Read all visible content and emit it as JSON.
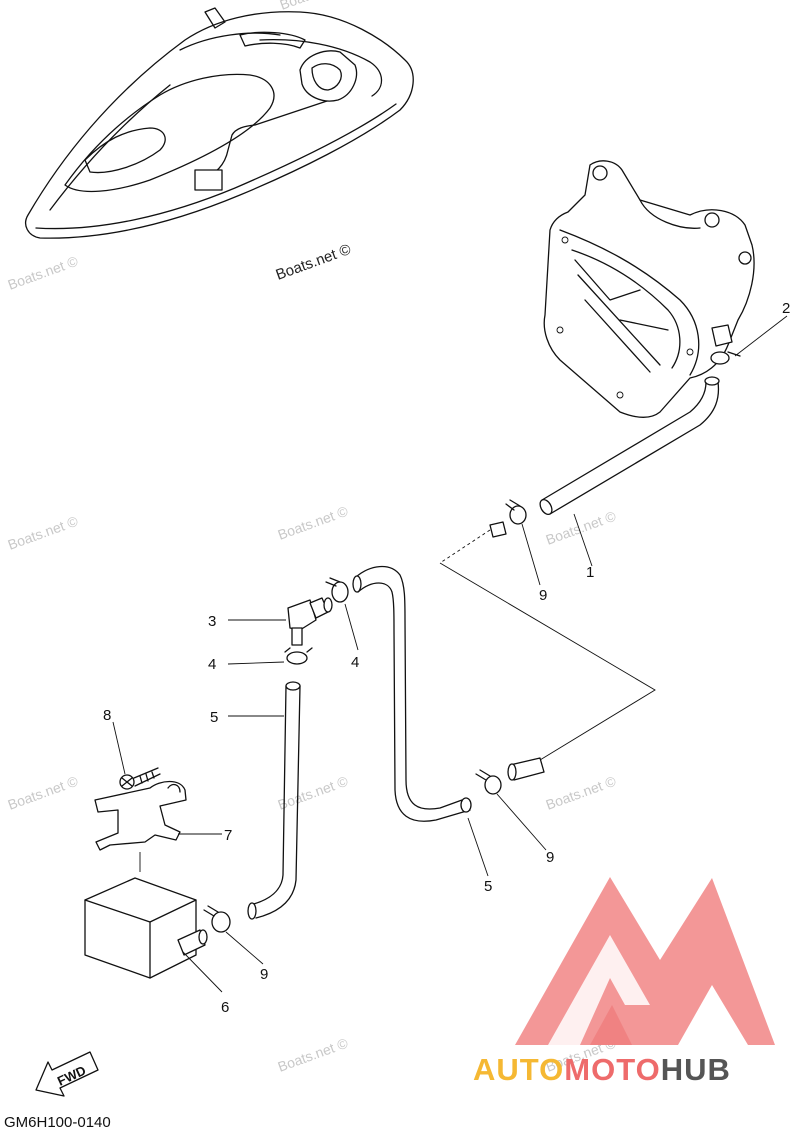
{
  "diagram": {
    "code": "GM6H100-0140",
    "fwd_label": "FWD",
    "callouts": [
      "1",
      "2",
      "3",
      "4",
      "4",
      "5",
      "5",
      "6",
      "7",
      "8",
      "9",
      "9",
      "9"
    ],
    "watermarks": {
      "main": "Boats.net ©",
      "faint": [
        "Boats.net ©",
        "Boats.net ©",
        "Boats.net ©",
        "Boats.net ©",
        "Boats.net ©",
        "Boats.net ©",
        "Boats.net ©",
        "Boats.net ©",
        "Boats.net ©",
        "Boats.net ©"
      ]
    }
  },
  "logo": {
    "text_auto": "AUTO",
    "text_moto": "MOTO",
    "text_hub": "HUB",
    "colors": {
      "auto": "#f5b833",
      "moto": "#ee6b6b",
      "hub": "#555555",
      "triangle": "#f08080"
    }
  }
}
